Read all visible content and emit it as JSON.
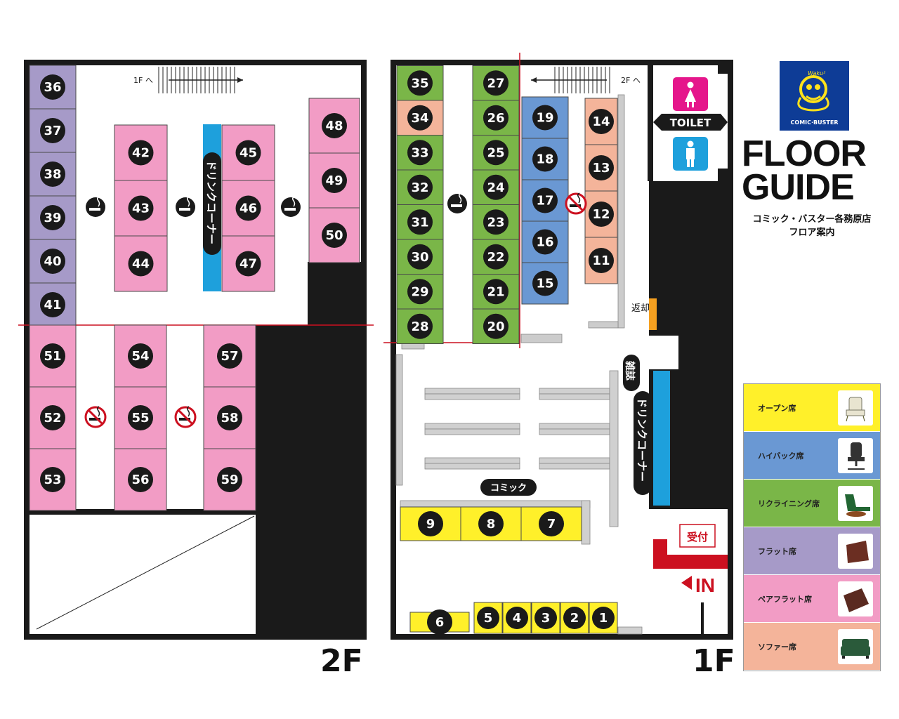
{
  "title": "FLOOR GUIDE",
  "title_line1": "FLOOR",
  "title_line2": "GUIDE",
  "subtitle1": "コミック・バスター各務原店",
  "subtitle2": "フロア案内",
  "logo_text": "COMIC·BUSTER",
  "floors": {
    "f2": "2F",
    "f1": "1F"
  },
  "labels": {
    "to_1f": "1F へ",
    "to_2f": "2F へ",
    "drink_2f": "ドリンクコーナー",
    "drink_1f": "ドリンクコーナー",
    "toilet": "TOILET",
    "return": "返却",
    "magazine": "雑誌",
    "comic": "コミック",
    "reception": "受付",
    "entrance": "IN"
  },
  "seats_2f": [
    "36",
    "37",
    "38",
    "39",
    "40",
    "41",
    "42",
    "43",
    "44",
    "45",
    "46",
    "47",
    "48",
    "49",
    "50",
    "51",
    "52",
    "53",
    "54",
    "55",
    "56",
    "57",
    "58",
    "59"
  ],
  "seats_1f": [
    "1",
    "2",
    "3",
    "4",
    "5",
    "6",
    "7",
    "8",
    "9",
    "11",
    "12",
    "13",
    "14",
    "15",
    "16",
    "17",
    "18",
    "19",
    "20",
    "21",
    "22",
    "23",
    "24",
    "25",
    "26",
    "27",
    "28",
    "29",
    "30",
    "31",
    "32",
    "33",
    "34",
    "35"
  ],
  "legend": [
    {
      "label": "オープン席",
      "color": "#fff02a",
      "icon": "chair-icon"
    },
    {
      "label": "ハイバック席",
      "color": "#6a98d3",
      "icon": "office-chair-icon"
    },
    {
      "label": "リクライニング席",
      "color": "#7ab648",
      "icon": "recliner-icon"
    },
    {
      "label": "フラット席",
      "color": "#a69ac8",
      "icon": "flat-mat-icon"
    },
    {
      "label": "ペアフラット席",
      "color": "#f29cc5",
      "icon": "pair-mat-icon"
    },
    {
      "label": "ソファー席",
      "color": "#f4b49a",
      "icon": "sofa-icon"
    }
  ],
  "colors": {
    "open": "#fff02a",
    "highback": "#6a98d3",
    "recline": "#7ab648",
    "flat": "#a69ac8",
    "pairflat": "#f29cc5",
    "sofa": "#f4b49a",
    "drink": "#1ea0dc",
    "wall": "#1a1a1a",
    "line": "#cc1020"
  }
}
